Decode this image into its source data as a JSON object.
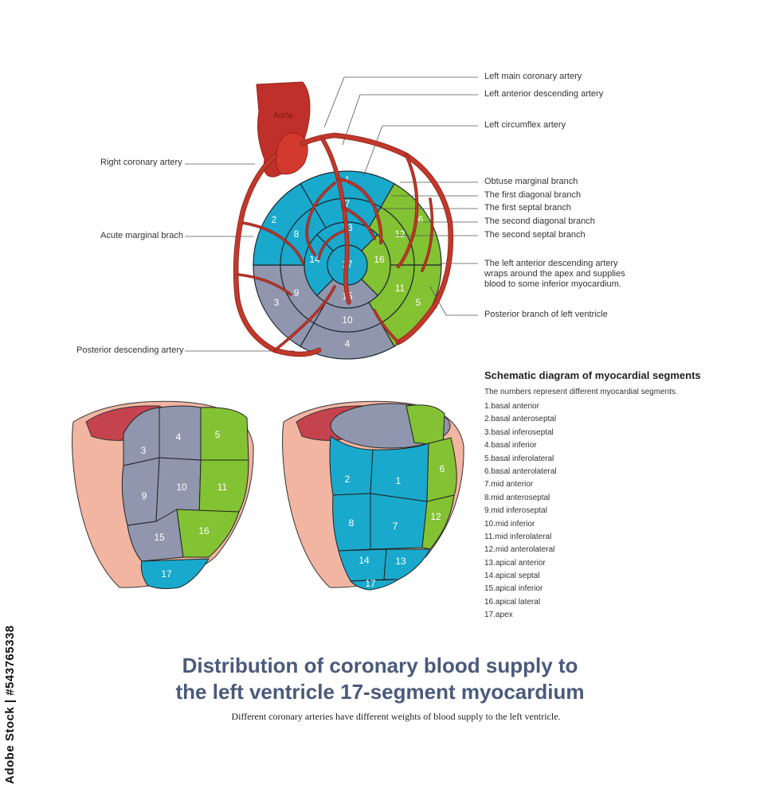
{
  "callouts": {
    "left_main": "Left main coronary artery",
    "lad": "Left anterior descending artery",
    "lcx": "Left  circumflex artery",
    "right_coronary": "Right coronary artery",
    "obtuse_marginal": "Obtuse marginal branch",
    "first_diagonal": "The first diagonal branch",
    "first_septal": "The first septal branch",
    "second_diagonal": "The second diagonal branch",
    "second_septal": "The second septal branch",
    "acute_marginal": "Acute marginal brach",
    "lad_wraps": "The left anterior descending artery wraps around the apex and supplies blood to some inferior myocardium.",
    "posterior_branch": "Posterior branch of left ventricle",
    "posterior_descending": "Posterior descending artery"
  },
  "aorta_label": "Aorta",
  "bullseye_numbers": [
    "1",
    "2",
    "3",
    "4",
    "5",
    "6",
    "7",
    "8",
    "9",
    "10",
    "11",
    "12",
    "13",
    "14",
    "15",
    "16",
    "17"
  ],
  "left_heart_numbers": [
    "3",
    "4",
    "5",
    "9",
    "10",
    "11",
    "15",
    "16",
    "17"
  ],
  "right_heart_numbers": [
    "2",
    "1",
    "6",
    "8",
    "7",
    "12",
    "14",
    "13",
    "17"
  ],
  "legend": {
    "title": "Schematic diagram of myocardial segments",
    "subtitle": "The numbers represent different myocardial segments.",
    "items": [
      "1.basal anterior",
      "2.basal anteroseptal",
      "3.basal inferoseptal",
      "4.basal inferior",
      "5.basal inferolateral",
      "6.basal anterolateral",
      "7.mid anterior",
      "8.mid anteroseptal",
      "9.mid inferoseptal",
      "10.mid inferior",
      "11.mid inferolateral",
      "12.mid anterolateral",
      "13.apical anterior",
      "14.apical septal",
      "15.apical inferior",
      "16.apical lateral",
      "17.apex"
    ]
  },
  "title_line1": "Distribution of coronary blood supply to",
  "title_line2": "the left ventricle 17-segment myocardium",
  "subtitle": "Different coronary arteries have different weights of blood supply to the left ventricle.",
  "stock_id": "Adobe Stock | #543765338",
  "colors": {
    "lad_blue": "#19a9cc",
    "rca_gray": "#8f96ad",
    "lcx_green": "#83c232",
    "artery_red": "#c0392b",
    "title_blue": "#4a5a7c"
  }
}
